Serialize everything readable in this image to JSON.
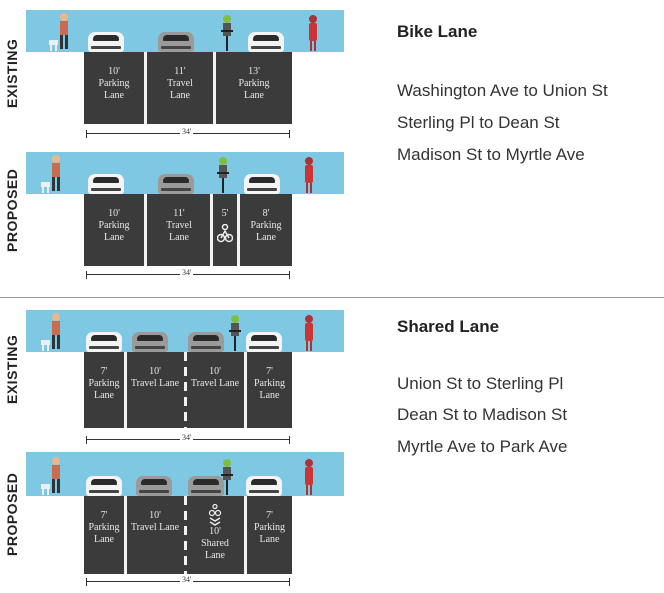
{
  "sections": [
    {
      "heading": "Bike Lane",
      "streets": [
        "Washington Ave to Union St",
        "Sterling Pl to Dean St",
        "Madison St to Myrtle Ave"
      ],
      "existing": {
        "label": "EXISTING",
        "width": "34'",
        "lanes": [
          {
            "size": "10'",
            "name1": "Parking",
            "name2": "Lane"
          },
          {
            "size": "11'",
            "name1": "Travel",
            "name2": "Lane"
          },
          {
            "size": "13'",
            "name1": "Parking",
            "name2": "Lane"
          }
        ]
      },
      "proposed": {
        "label": "PROPOSED",
        "width": "34'",
        "lanes": [
          {
            "size": "10'",
            "name1": "Parking",
            "name2": "Lane"
          },
          {
            "size": "11'",
            "name1": "Travel",
            "name2": "Lane"
          },
          {
            "size": "5'",
            "name1": "",
            "name2": ""
          },
          {
            "size": "8'",
            "name1": "Parking",
            "name2": "Lane"
          }
        ]
      }
    },
    {
      "heading": "Shared Lane",
      "streets": [
        "Union St to Sterling Pl",
        "Dean St to Madison St",
        "Myrtle Ave to Park Ave"
      ],
      "existing": {
        "label": "EXISTING",
        "width": "34'",
        "lanes": [
          {
            "size": "7'",
            "name1": "Parking",
            "name2": "Lane"
          },
          {
            "size": "10'",
            "name1": "Travel Lane",
            "name2": ""
          },
          {
            "size": "10'",
            "name1": "Travel Lane",
            "name2": ""
          },
          {
            "size": "7'",
            "name1": "Parking",
            "name2": "Lane"
          }
        ]
      },
      "proposed": {
        "label": "PROPOSED",
        "width": "34'",
        "lanes": [
          {
            "size": "7'",
            "name1": "Parking",
            "name2": "Lane"
          },
          {
            "size": "10'",
            "name1": "Travel Lane",
            "name2": ""
          },
          {
            "size": "10'",
            "name1": "Shared",
            "name2": "Lane"
          },
          {
            "size": "7'",
            "name1": "Parking",
            "name2": "Lane"
          }
        ]
      }
    }
  ],
  "colors": {
    "sky": "#7ec8e3",
    "road": "#3b3b3b",
    "stripe": "#f2f2f2"
  }
}
